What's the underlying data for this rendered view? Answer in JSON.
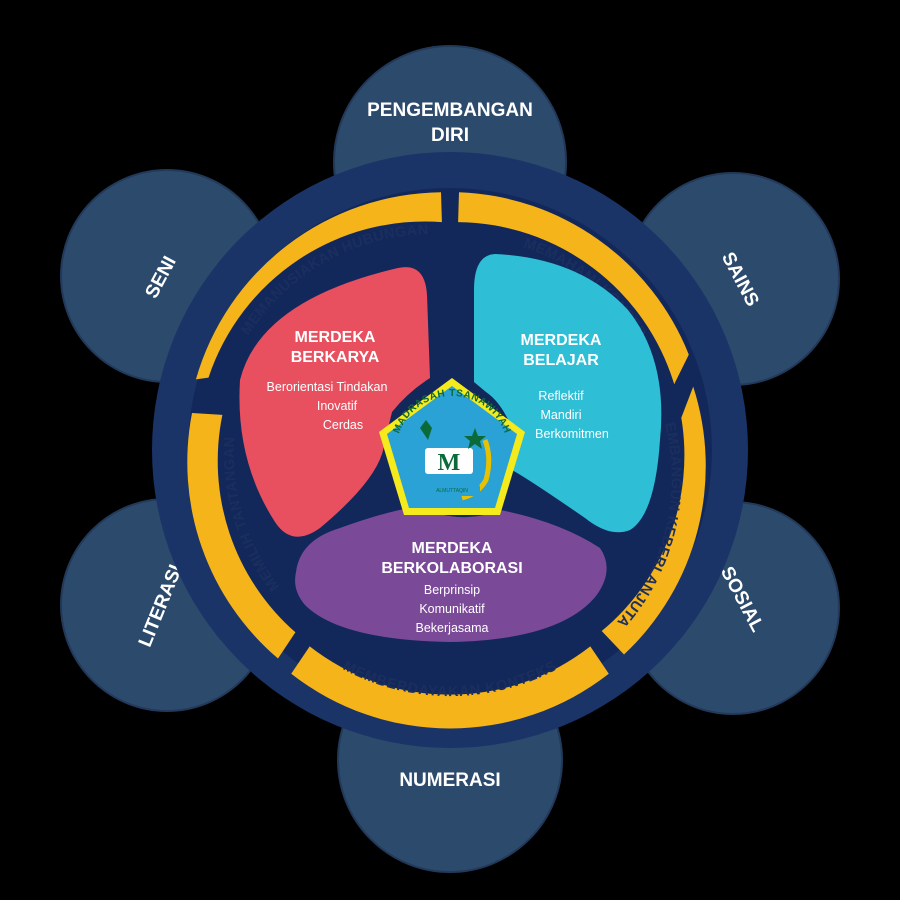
{
  "satellites": [
    {
      "id": "pengembangan-diri",
      "lines": [
        "PENGEMBANGAN",
        "DIRI"
      ]
    },
    {
      "id": "sains",
      "lines": [
        "SAINS"
      ]
    },
    {
      "id": "sosial",
      "lines": [
        "SOSIAL"
      ]
    },
    {
      "id": "numerasi",
      "lines": [
        "NUMERASI"
      ]
    },
    {
      "id": "literasi",
      "lines": [
        "LITERASI"
      ]
    },
    {
      "id": "seni",
      "lines": [
        "SENI"
      ]
    }
  ],
  "ring_segments": [
    "MEMANUSIAKAN HUBUNGAN",
    "MEMAHAMI KONSEP",
    "MEMBANGUN KEBERLANJUTAN",
    "MEMBERDAYAKAN KONTEKS",
    "MEMILIH TANTANGAN"
  ],
  "petals": {
    "berkarya": {
      "title": [
        "MERDEKA",
        "BERKARYA"
      ],
      "items": [
        "Berorientasi Tindakan",
        "Inovatif",
        "Cerdas"
      ]
    },
    "belajar": {
      "title": [
        "MERDEKA",
        "BELAJAR"
      ],
      "items": [
        "Reflektif",
        "Mandiri",
        "Berkomitmen"
      ]
    },
    "berkolaborasi": {
      "title": [
        "MERDEKA",
        "BERKOLABORASI"
      ],
      "items": [
        "Berprinsip",
        "Komunikatif",
        "Bekerjasama"
      ]
    }
  },
  "emblem": {
    "arc_text": "MADRASAH TSANAWIYAH",
    "bottom_text": "ALMUTTAQIN"
  },
  "colors": {
    "background": "#000000",
    "satellite": "#2c4a6c",
    "ring_navy": "#1a3468",
    "ring_inner_navy": "#13285a",
    "ring_gold": "#f6b41b",
    "petal_red": "#e8505f",
    "petal_cyan": "#2ebed6",
    "petal_purple": "#7a4a98",
    "emblem_blue": "#2aa2d6",
    "emblem_yellow": "#f4ea1c"
  }
}
